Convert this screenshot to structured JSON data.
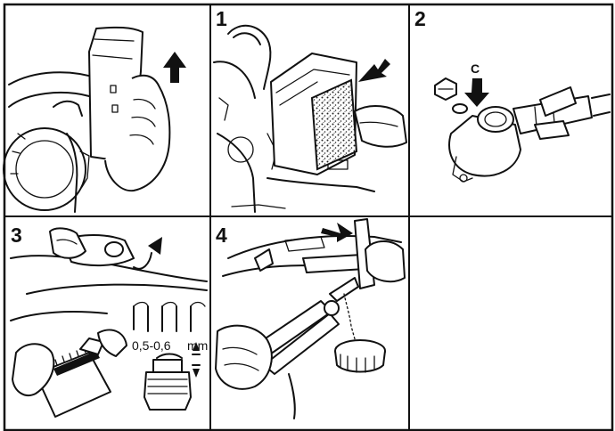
{
  "panels": [
    {
      "id": "remove-cover",
      "step": ""
    },
    {
      "id": "remove-filter",
      "step": "1"
    },
    {
      "id": "gear-head-lubrication",
      "step": "2",
      "callout": "C"
    },
    {
      "id": "spark-plug-cleaning",
      "step": "3",
      "gap_value": "0,5-0,6",
      "gap_unit": "mm"
    },
    {
      "id": "fuel-filter-removal",
      "step": "4"
    },
    {
      "id": "empty",
      "step": ""
    }
  ],
  "colors": {
    "ink": "#111111",
    "paper": "#ffffff"
  },
  "icons": [
    "up-arrow-icon",
    "pointer-arrow-icon",
    "curved-arrow-icon"
  ]
}
